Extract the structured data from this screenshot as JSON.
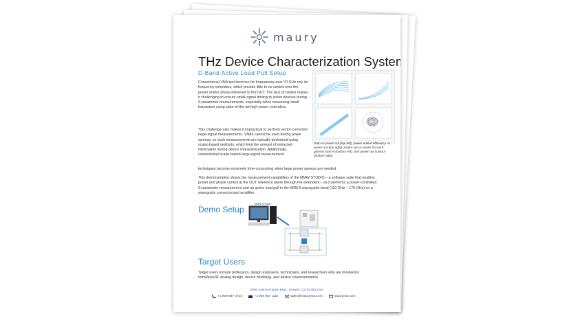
{
  "brand": {
    "name": "maury"
  },
  "doc": {
    "title": "THz Device Characterization System",
    "subtitle": "D-Band Active Load Pull Setup",
    "p1": "Conventional VNA test benches for frequencies over 70 GHz rely on frequency extenders, which provide little to no control over the power and/or phase delivered to the DUT. The lack of control makes it challenging to ensure small-signal driving to active devices during S-parameter measurements, especially when measuring small transistors using state-of-the-art high-power extenders.",
    "p2": "This challenge also makes it impractical to perform vector-corrected large-signal measurements. VNAs cannot be used during power sweeps, so such measurements are typically performed using scalar-based methods, which limit the amount of extracted information during device characterization. Additionally, conventional scalar-based large-signal measurement",
    "p2_end": "techniques become extremely time-consuming when large power sweeps are needed.",
    "p3": "This demonstration shows the measurement capabilities of the MMW-STUDIO – a software suite that enables power and phase control at the DUT reference plane through the extenders – as it performs a power-controlled S-parameter measurement and an active load pull in the WR6.5 waveguide band (110 GHz – 170 GHz) on a waveguide connectorized amplifier.",
    "chart_caption": "Gain vs power out (top left), power-added efficiency vs power out (top right), power out vs power for each gamma load in (bottom left), and power out contour (bottom right)",
    "demo_heading": "Demo Setup",
    "setup_label": "MMW-STUDIO",
    "users_heading": "Target Users",
    "p4": "Target users include professors, design engineers, technicians, and researchers who are involved in mmWave/RF analog design, device modeling, and device characterization.",
    "footer": {
      "address": "2900 Inland Empire Blvd., Ontario, CA 91764 USA",
      "phone": "+1 909 987 4715",
      "fax": "+1 909 987 1112",
      "email": "sales@maurymw.com",
      "web": "maurymw.com"
    }
  },
  "colors": {
    "accent": "#2a86c0",
    "logo": "#4d5f74",
    "chart_fill": "#6fc3e6"
  }
}
